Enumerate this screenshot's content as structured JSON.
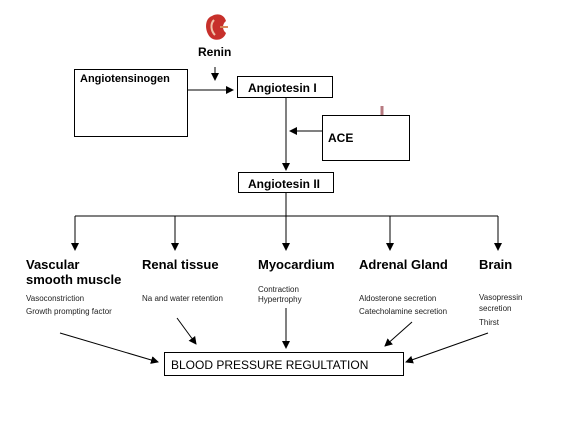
{
  "nodes": {
    "renin": "Renin",
    "angiotensinogen": "Angiotensinogen",
    "angiotensin_1": "Angiotesin I",
    "ace": "ACE",
    "angiotensin_2": "Angiotesin II",
    "bp": "BLOOD PRESSURE REGULTATION"
  },
  "targets": [
    {
      "title": [
        "Vascular",
        "smooth muscle"
      ],
      "details": [
        "Vasoconstriction",
        "Growth prompting factor"
      ]
    },
    {
      "title": [
        "Renal tissue"
      ],
      "details": [
        "Na and water retention"
      ]
    },
    {
      "title": [
        "Myocardium"
      ],
      "details": [
        "Contraction",
        "Hypertrophy"
      ]
    },
    {
      "title": [
        "Adrenal Gland"
      ],
      "details": [
        "Aldosterone secretion",
        "Catecholamine secretion"
      ]
    },
    {
      "title": [
        "Brain"
      ],
      "details": [
        "Vasopressin",
        "secretion",
        "Thirst"
      ]
    }
  ],
  "icons": {
    "kidney": "kidney-icon",
    "liver": "liver-icon",
    "lungs": "lungs-icon"
  },
  "colors": {
    "kidney": "#c7302b",
    "liver": "#9c2f22",
    "lungs": "#d9a3a6",
    "line": "#000000"
  }
}
